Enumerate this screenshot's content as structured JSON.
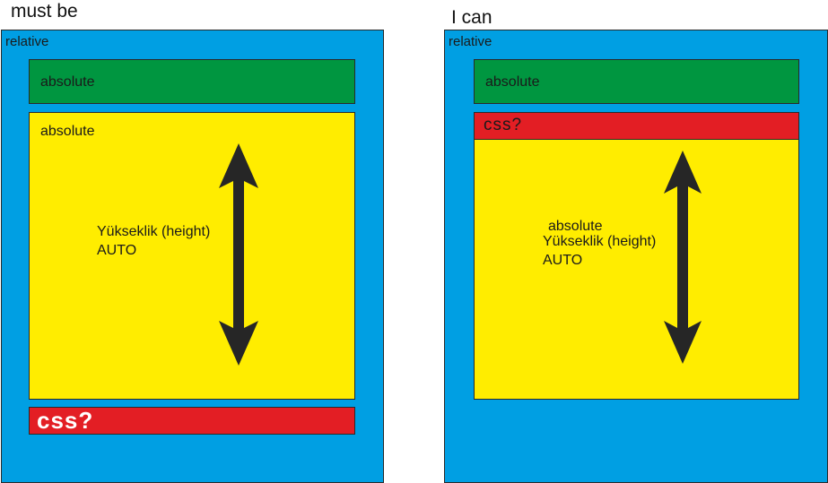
{
  "headings": {
    "left": "must be",
    "right": "I can"
  },
  "left_panel": {
    "label": "relative",
    "green_box": {
      "label": "absolute"
    },
    "yellow_box": {
      "label": "absolute",
      "height_line1": "Yükseklik (height)",
      "height_line2": "AUTO"
    },
    "red_box": {
      "label": "css?"
    }
  },
  "right_panel": {
    "label": "relative",
    "green_box": {
      "label": "absolute"
    },
    "red_box": {
      "label": "css?"
    },
    "yellow_box": {
      "label": "absolute",
      "height_line1": "Yükseklik (height)",
      "height_line2": "AUTO"
    }
  },
  "colors": {
    "relative_blue": "#009fe3",
    "absolute_green": "#009640",
    "absolute_yellow": "#ffed00",
    "css_red": "#e31e24",
    "arrow": "#262626"
  },
  "icons": {
    "vertical_arrow": "double-headed-vertical-arrow"
  }
}
